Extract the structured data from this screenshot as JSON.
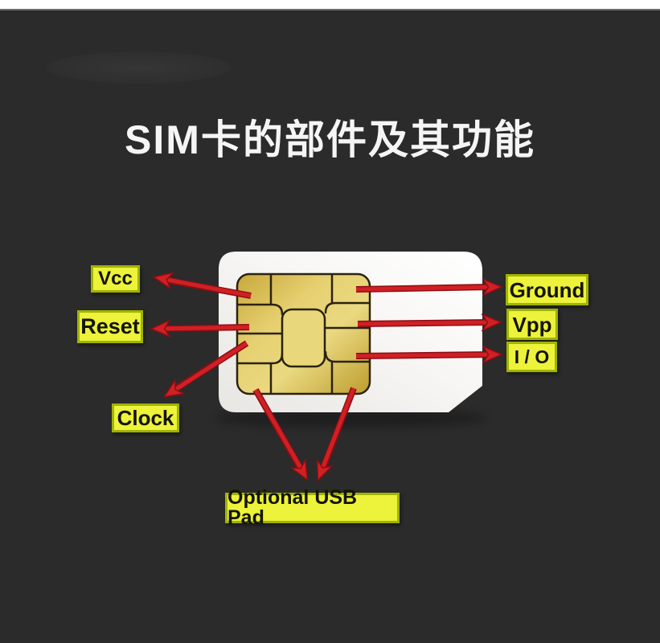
{
  "title": "SIM卡的部件及其功能",
  "labels": {
    "vcc": "Vcc",
    "reset": "Reset",
    "clock": "Clock",
    "ground": "Ground",
    "vpp": "Vpp",
    "io": "I / O",
    "usb": "Optional USB Pad"
  },
  "colors": {
    "page-bg": "#2b2b2b",
    "top-strip": "#ffffff",
    "title-text": "#f5f5f5",
    "label-bg": "#edf23a",
    "label-border": "#a0b302",
    "label-text": "#141400",
    "arrow-red": "#d02025",
    "arrow-red-dark": "#8f0d12",
    "card-white": "#f3f2f0",
    "chip-gold-light": "#ead980",
    "chip-gold-dark": "#c2a02f",
    "chip-line": "#2b2310"
  }
}
